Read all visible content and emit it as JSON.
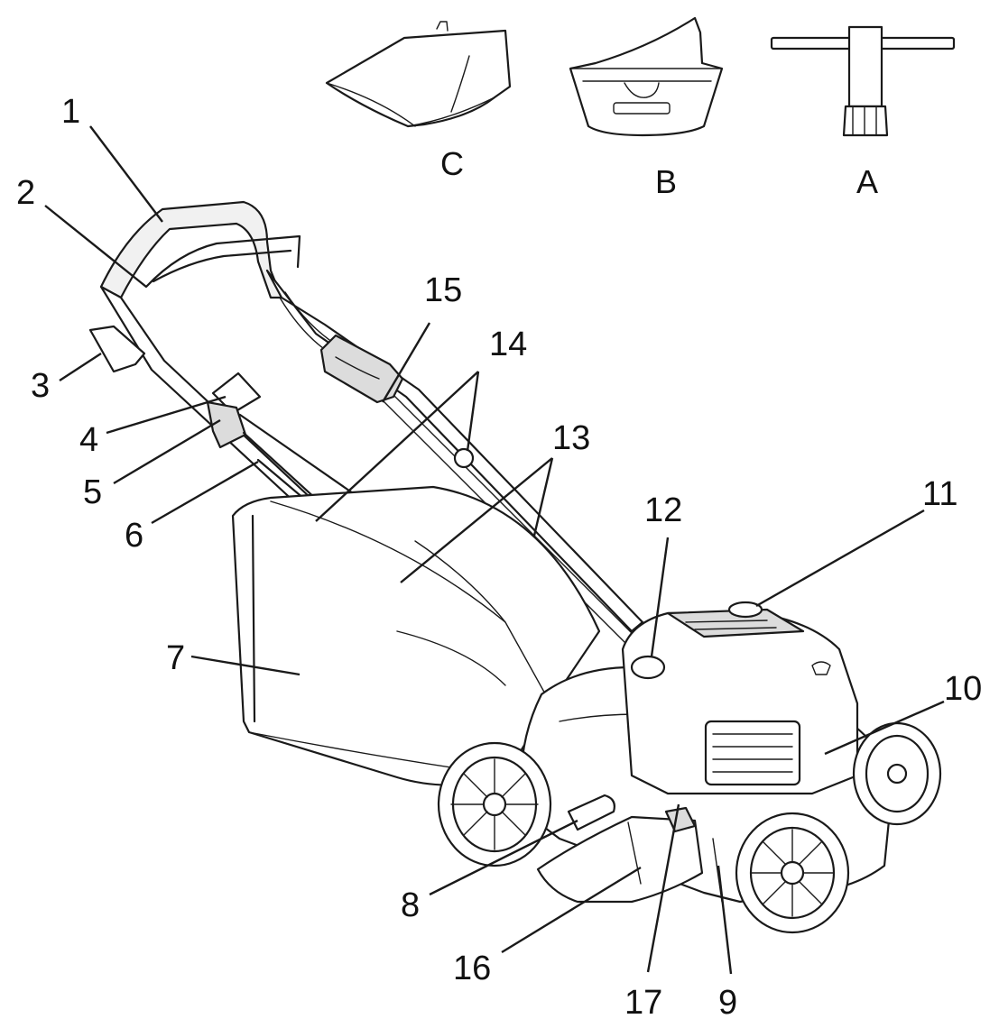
{
  "accessories": [
    {
      "id": "C",
      "label": "C",
      "icon": "mulching-plug-icon"
    },
    {
      "id": "B",
      "label": "B",
      "icon": "side-discharge-adapter-icon"
    },
    {
      "id": "A",
      "label": "A",
      "icon": "spark-plug-wrench-icon"
    }
  ],
  "parts": [
    {
      "id": "1",
      "label": "1"
    },
    {
      "id": "2",
      "label": "2"
    },
    {
      "id": "3",
      "label": "3"
    },
    {
      "id": "4",
      "label": "4"
    },
    {
      "id": "5",
      "label": "5"
    },
    {
      "id": "6",
      "label": "6"
    },
    {
      "id": "7",
      "label": "7"
    },
    {
      "id": "8",
      "label": "8"
    },
    {
      "id": "9",
      "label": "9"
    },
    {
      "id": "10",
      "label": "10"
    },
    {
      "id": "11",
      "label": "11"
    },
    {
      "id": "12",
      "label": "12"
    },
    {
      "id": "13",
      "label": "13"
    },
    {
      "id": "14",
      "label": "14"
    },
    {
      "id": "15",
      "label": "15"
    },
    {
      "id": "16",
      "label": "16"
    },
    {
      "id": "17",
      "label": "17"
    }
  ],
  "colors": {
    "ink": "#1a1a1a",
    "background": "#ffffff"
  }
}
